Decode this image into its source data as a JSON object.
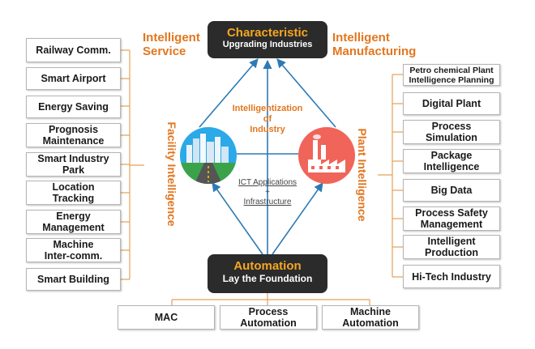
{
  "top_center": {
    "title": "Characteristic",
    "subtitle": "Upgrading Industries"
  },
  "bottom_center": {
    "title": "Automation",
    "subtitle": "Lay the Foundation"
  },
  "labels": {
    "intelligent_service": "Intelligent\nService",
    "intelligent_manufacturing": "Intelligent\nManufacturing",
    "facility_intelligence": "Facility  Intelligence",
    "plant_intelligence": "Plant  Intelligence"
  },
  "center": {
    "intelligentization": "Intelligentization\nof\nIndustry",
    "ict_line1": "ICT Applications",
    "ict_plus": "+",
    "ict_line2": "Infrastructure"
  },
  "left_items": [
    "Railway Comm.",
    "Smart Airport",
    "Energy Saving",
    "Prognosis\nMaintenance",
    "Smart Industry\nPark",
    "Location\nTracking",
    "Energy\nManagement",
    "Machine\nInter-comm.",
    "Smart Building"
  ],
  "right_items": [
    "Petro chemical Plant\nIntelligence Planning",
    "Digital Plant",
    "Process\nSimulation",
    "Package\nIntelligence",
    "Big Data",
    "Process Safety\nManagement",
    "Intelligent\nProduction",
    "Hi-Tech Industry"
  ],
  "bottom_items": [
    "MAC",
    "Process\nAutomation",
    "Machine\nAutomation"
  ],
  "icons": {
    "left": "city-road-icon",
    "right": "factory-icon"
  },
  "colors": {
    "accent": "#e2761f",
    "line": "#2c7bb6",
    "dark": "#2b2b2b",
    "city_bg": "#2ba9e8",
    "factory_bg": "#f0645a",
    "bracket": "#e2a15a"
  }
}
